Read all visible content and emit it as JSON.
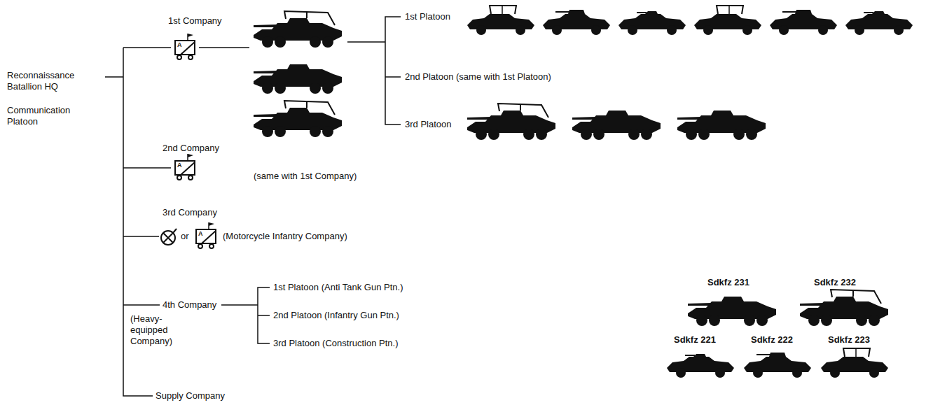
{
  "diagram": {
    "labels": [
      "Reconnaissance Batallion HQ",
      "Communication Platoon",
      "1st Company",
      "A",
      "1st Platoon",
      "2nd Platoon (same with 1st Platoon)",
      "3rd Platoon",
      "2nd Company",
      "A",
      "(same with 1st Company)",
      "3rd Company",
      "or",
      "A",
      "(Motorcycle Infantry Company)",
      "4th Company",
      "(Heavy-equipped Company)",
      "1st Platoon (Anti Tank Gun Ptn.)",
      "2nd Platoon (Infantry Gun Ptn.)",
      "3rd Platoon (Construction Ptn.)",
      "Supply Company",
      "Sdkfz 231",
      "Sdkfz 232",
      "Sdkfz 221",
      "Sdkfz 222",
      "Sdkfz 223"
    ]
  }
}
